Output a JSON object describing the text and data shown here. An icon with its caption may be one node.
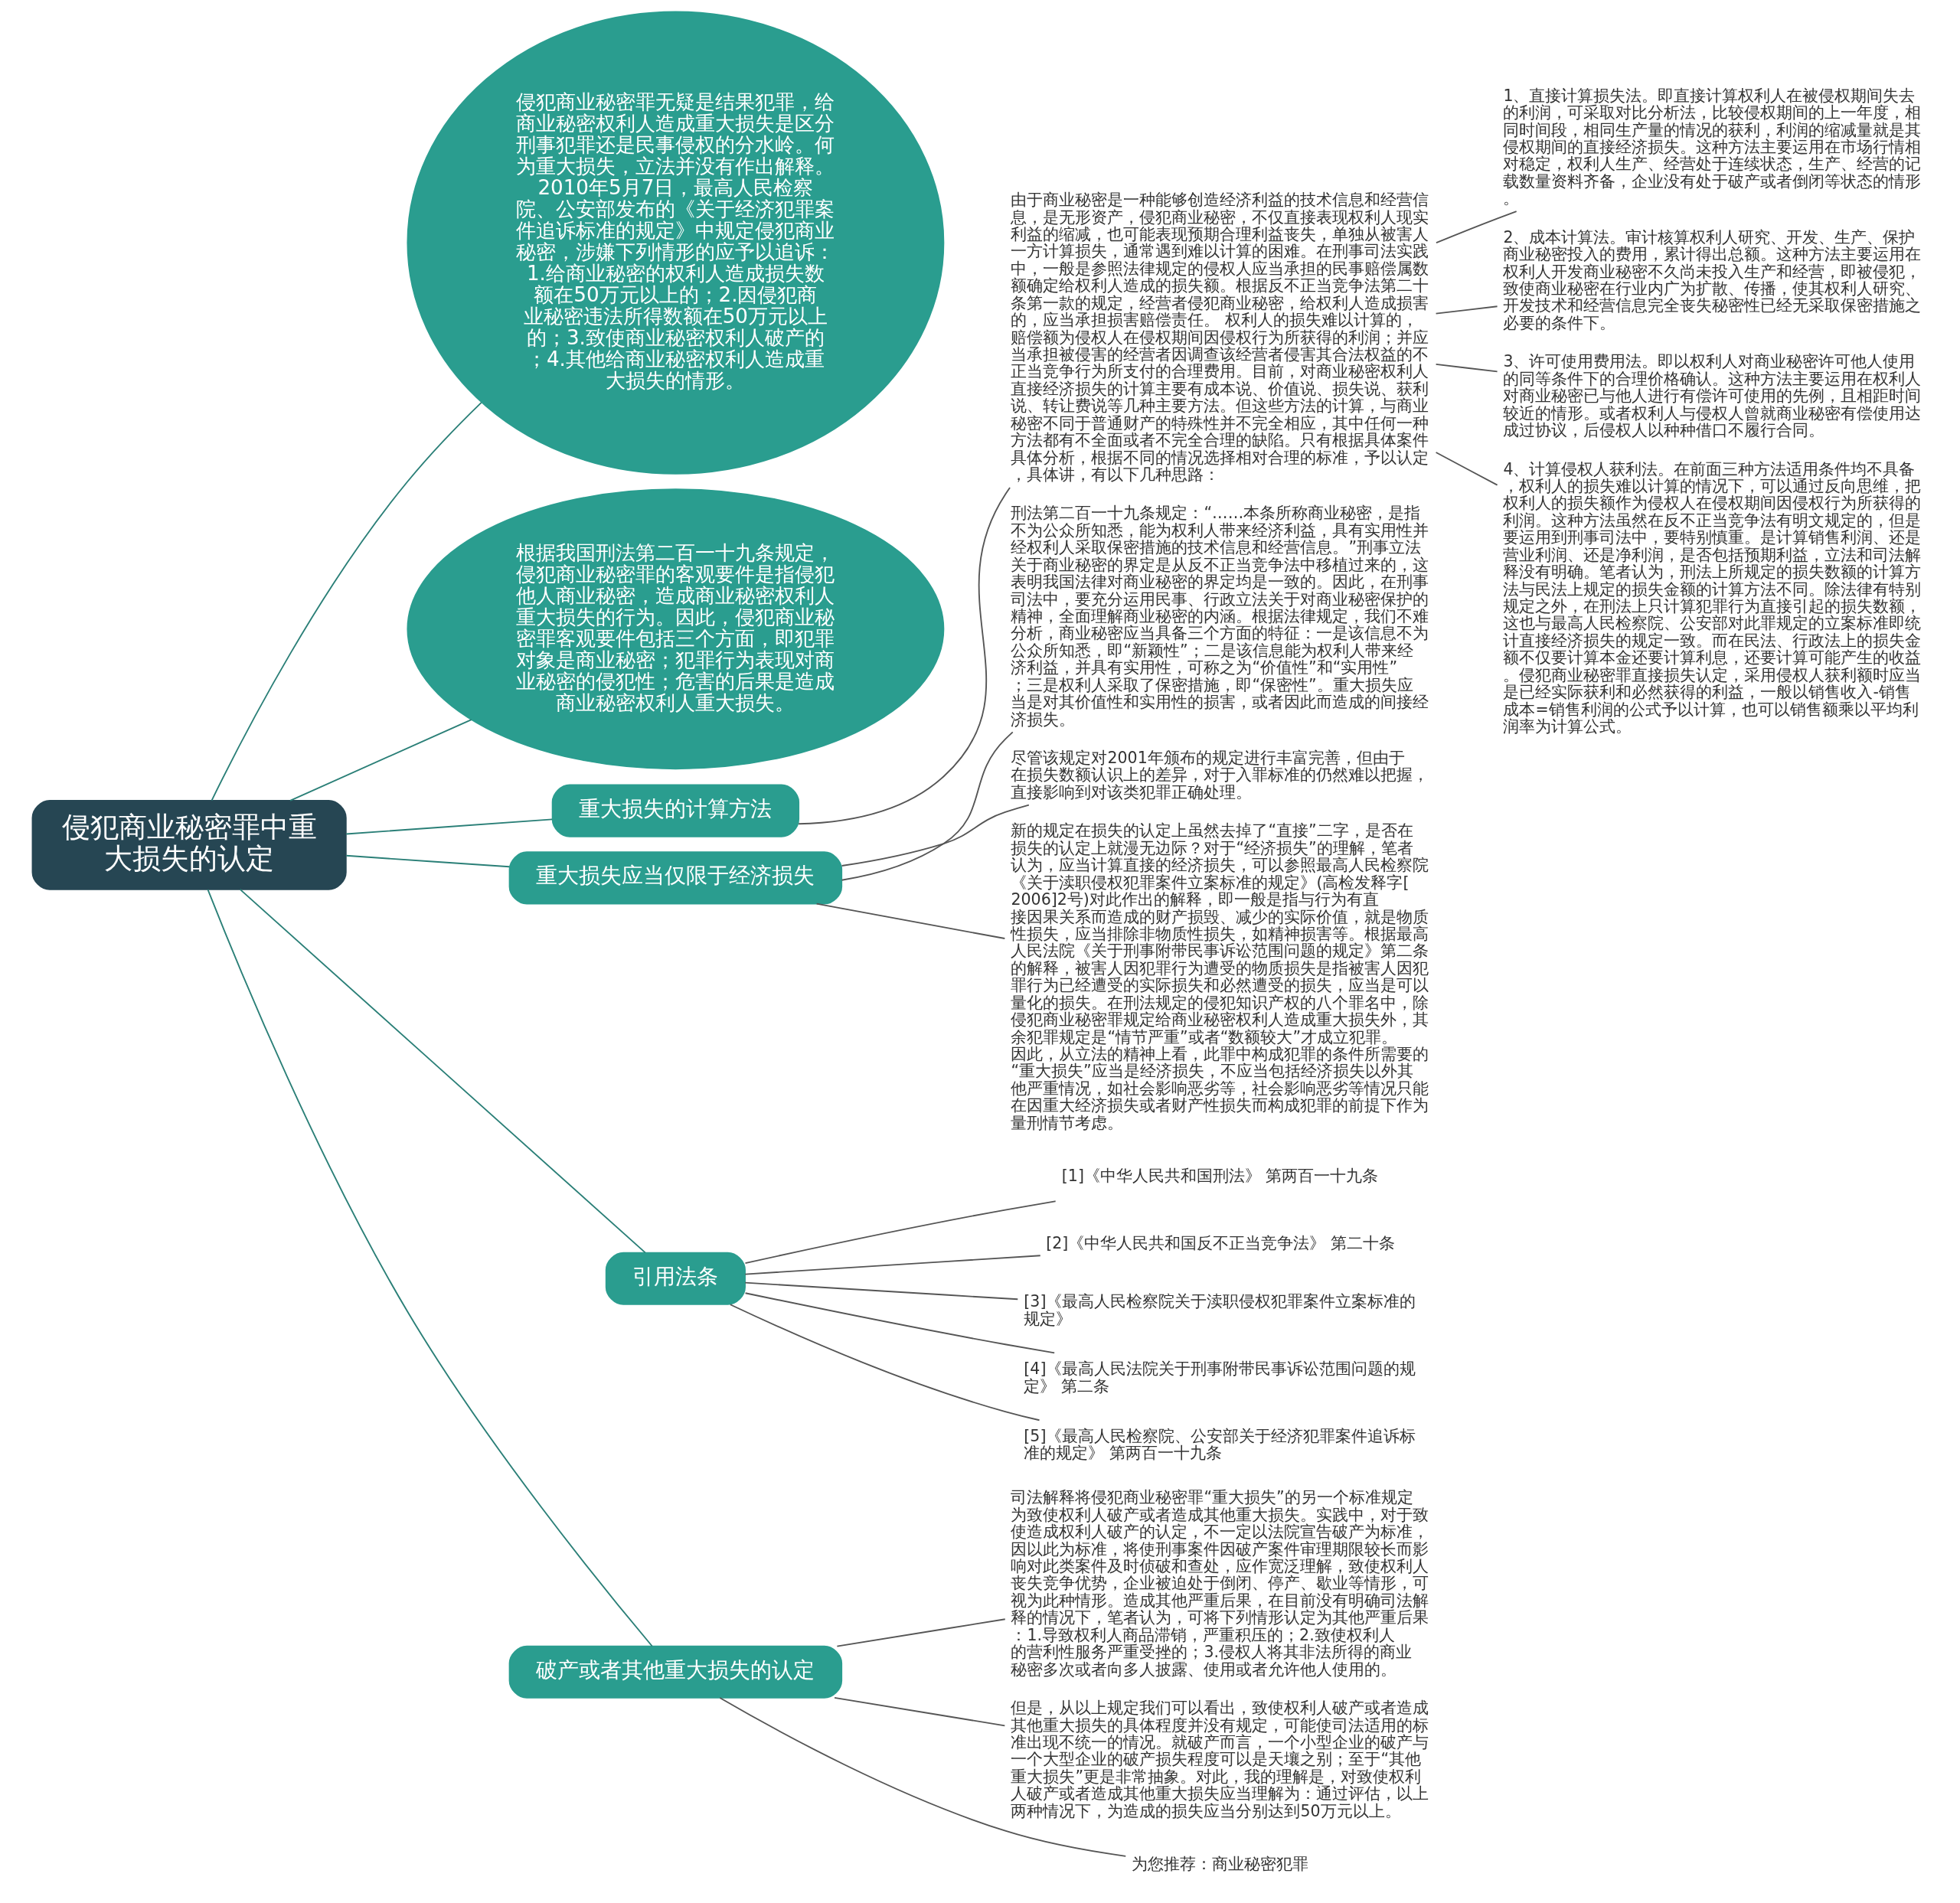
{
  "diagram": {
    "nodes": [
      {
        "text": [
          "侵犯商业秘密罪中重大损失的认定"
        ]
      },
      {
        "text": [
          "侵犯商业秘密罪无疑是结果犯罪，给商业秘密权利人造成重大损失是区分刑事犯罪还是民事侵权的分水岭。何为重大损失，立法并没有作出解释。2010年5月7日，最高人民检察院、公安部发布的《关于经济犯罪案件追诉标准的规定》中规定侵犯商业秘密，涉嫌下列情形的应予以追诉：1.给商业秘密的权利人造成损失数额在50万元以上的；2.因侵犯商业秘密违法所得数额在50万元以上的；3.致使商业秘密权利人破产的；4.其他给商业秘密权利人造成重大损失的情形。"
        ]
      },
      {
        "text": [
          "根据我国刑法第二百一十九条规定，侵犯商业秘密罪的客观要件是指侵犯他人商业秘密，造成商业秘密权利人重大损失的行为。因此，侵犯商业秘密罪客观要件包括三个方面，即犯罪对象是商业秘密；犯罪行为表现对商业秘密的侵犯性；危害的后果是造成商业秘密权利人重大损失。"
        ]
      },
      {
        "text": [
          "重大损失的计算方法"
        ]
      },
      {
        "text": [
          "由于商业秘密是一种能够创造经济利益的技术信息和经营信息，是无形资产，侵犯商业秘密，不仅直接表现权利人现实利益的缩减，也可能表现预期合理利益丧失，单独从被害人一方计算损失，通常遇到难以计算的困难。在刑事司法实践中，一般是参照法律规定的侵权人应当承担的民事赔偿属数额确定给权利人造成的损失额。根据反不正当竞争法第二十条第一款的规定，经营者侵犯商业秘密，给权利人造成损害的，应当承担损害赔偿责任。 权利人的损失难以计算的，赔偿额为侵权人在侵权期间因侵权行为所获得的利润；并应当承担被侵害的经营者因调查该经营者侵害其合法权益的不正当竞争行为所支付的合理费用。目前，对商业秘密权利人直接经济损失的计算主要有成本说、价值说、损失说、获利说、转让费说等几种主要方法。但这些方法的计算，与商业秘密不同于普通财产的特殊性并不完全相应，其中任何一种方法都有不全面或者不完全合理的缺陷。只有根据具体案件具体分析，根据不同的情况选择相对合理的标准，予以认定，具体讲，有以下几种思路："
        ]
      },
      {
        "text": [
          "1、直接计算损失法。即直接计算权利人在被侵权期间失去的利润，可采取对比分析法，比较侵权期间的上一年度，相同时间段，相同生产量的情况的获利，利润的缩减量就是其侵权期间的直接经济损失。这种方法主要运用在市场行情相对稳定，权利人生产、经营处于连续状态，生产、经营的记载数量资料齐备，企业没有处于破产或者倒闭等状态的情形。"
        ]
      },
      {
        "text": [
          "2、成本计算法。审计核算权利人研究、开发、生产、保护商业秘密投入的费用，累计得出总额。这种方法主要运用在权利人开发商业秘密不久尚未投入生产和经营，即被侵犯，致使商业秘密在行业内广为扩散、传播，使其权利人研究、开发技术和经营信息完全丧失秘密性已经无采取保密措施之必要的条件下。"
        ]
      },
      {
        "text": [
          "3、许可使用费用法。即以权利人对商业秘密许可他人使用的同等条件下的合理价格确认。这种方法主要运用在权利人对商业秘密已与他人进行有偿许可使用的先例，且相距时间较近的情形。或者权利人与侵权人曾就商业秘密有偿使用达成过协议，后侵权人以种种借口不履行合同。"
        ]
      },
      {
        "text": [
          "4、计算侵权人获利法。在前面三种方法适用条件均不具备，权利人的损失难以计算的情况下，可以通过反向思维，把权利人的损失额作为侵权人在侵权期间因侵权行为所获得的利润。这种方法虽然在反不正当竞争法有明文规定的，但是要运用到刑事司法中，要特别慎重。是计算销售利润、还是营业利润、还是净利润，是否包括预期利益，立法和司法解释没有明确。笔者认为，刑法上所规定的损失数额的计算方法与民法上规定的损失金额的计算方法不同。除法律有特别规定之外，在刑法上只计算犯罪行为直接引起的损失数额，这也与最高人民检察院、公安部对此罪规定的立案标准即统计直接经济损失的规定一致。而在民法、行政法上的损失金额不仅要计算本金还要计算利息，还要计算可能产生的收益。侵犯商业秘密罪直接损失认定，采用侵权人获利额时应当是已经实际获利和必然获得的利益，一般以销售收入-销售成本=销售利润的公式予以计算，也可以销售额乘以平均利润率为计算公式。"
        ]
      },
      {
        "text": [
          "重大损失应当仅限于经济损失"
        ]
      },
      {
        "text": [
          "刑法第二百一十九条规定：“……本条所称商业秘密，是指不为公众所知悉，能为权利人带来经济利益，具有实用性并经权利人采取保密措施的技术信息和经营信息。”刑事立法关于商业秘密的界定是从反不正当竞争法中移植过来的，这表明我国法律对商业秘密的界定均是一致的。因此，在刑事司法中，要充分运用民事、行政立法关于对商业秘密保护的精神，全面理解商业秘密的内涵。根据法律规定，我们不难分析，商业秘密应当具备三个方面的特征：一是该信息不为公众所知悉，即“新颖性”；二是该信息能为权利人带来经济利益，并具有实用性，可称之为“价值性”和“实用性”；三是权利人采取了保密措施，即“保密性”。重大损失应当是对其价值性和实用性的损害，或者因此而造成的间接经济损失。"
        ]
      },
      {
        "text": [
          "尽管该规定对2001年颁布的规定进行丰富完善，但由于在损失数额认识上的差异，对于入罪标准的仍然难以把握，直接影响到对该类犯罪正确处理。"
        ]
      },
      {
        "text": [
          "新的规定在损失的认定上虽然去掉了“直接”二字，是否在损失的认定上就漫无边际？对于“经济损失”的理解，笔者认为，应当计算直接的经济损失，可以参照最高人民检察院《关于渎职侵权犯罪案件立案标准的规定》(高检发释字[2006]2号)对此作出的解释，即一般是指与行为有直接因果关系而造成的财产损毁、减少的实际价值，就是物质性损失，应当排除非物质性损失，如精神损害等。根据最高人民法院《关于刑事附带民事诉讼范围问题的规定》第二条的解释，被害人因犯罪行为遭受的物质损失是指被害人因犯罪行为已经遭受的实际损失和必然遭受的损失，应当是可以量化的损失。在刑法规定的侵犯知识产权的八个罪名中，除侵犯商业秘密罪规定给商业秘密权利人造成重大损失外，其余犯罪规定是“情节严重”或者“数额较大”才成立犯罪。因此，从立法的精神上看，此罪中构成犯罪的条件所需要的“重大损失”应当是经济损失，不应当包括经济损失以外其他严重情况，如社会影响恶劣等，社会影响恶劣等情况只能在因重大经济损失或者财产性损失而构成犯罪的前提下作为量刑情节考虑。"
        ]
      },
      {
        "text": [
          "引用法条"
        ]
      },
      {
        "text": [
          "[1]《中华人民共和国刑法》 第两百一十九条"
        ]
      },
      {
        "text": [
          "[2]《中华人民共和国反不正当竞争法》 第二十条"
        ]
      },
      {
        "text": [
          "[3]《最高人民检察院关于渎职侵权犯罪案件立案标准的规定》"
        ]
      },
      {
        "text": [
          "[4]《最高人民法院关于刑事附带民事诉讼范围问题的规定》 第二条"
        ]
      },
      {
        "text": [
          "[5]《最高人民检察院、公安部关于经济犯罪案件追诉标准的规定》 第两百一十九条"
        ]
      },
      {
        "text": [
          "破产或者其他重大损失的认定"
        ]
      },
      {
        "text": [
          "司法解释将侵犯商业秘密罪“重大损失”的另一个标准规定为致使权利人破产或者造成其他重大损失。实践中，对于致使造成权利人破产的认定，不一定以法院宣告破产为标准，因以此为标准，将使刑事案件因破产案件审理期限较长而影响对此类案件及时侦破和查处，应作宽泛理解，致使权利人丧失竞争优势，企业被迫处于倒闭、停产、歇业等情形，可视为此种情形。造成其他严重后果，在目前没有明确司法解释的情况下，笔者认为，可将下列情形认定为其他严重后果：1.导致权利人商品滞销，严重积压的；2.致使权利人的营利性服务严重受挫的；3.侵权人将其非法所得的商业秘密多次或者向多人披露、使用或者允许他人使用的。"
        ]
      },
      {
        "text": [
          "但是，从以上规定我们可以看出，致使权利人破产或者造成其他重大损失的具体程度并没有规定，可能使司法适用的标准出现不统一的情况。就破产而言，一个小型企业的破产与一个大型企业的破产损失程度可以是天壤之别；至于“其他重大损失”更是非常抽象。对此，我的理解是，对致使权利人破产或者造成其他重大损失应当理解为：通过评估，以上两种情况下，为造成的损失应当分别达到50万元以上。"
        ]
      },
      {
        "text": [
          "为您推荐：商业秘密犯罪"
        ]
      }
    ],
    "edges": [
      {
        "from": 0,
        "to": 1,
        "arrow": "none"
      },
      {
        "from": 0,
        "to": 2,
        "arrow": "none"
      },
      {
        "from": 0,
        "to": 3,
        "arrow": "none"
      },
      {
        "from": 3,
        "to": 4,
        "arrow": "none"
      },
      {
        "from": 4,
        "to": 5,
        "arrow": "none"
      },
      {
        "from": 4,
        "to": 6,
        "arrow": "none"
      },
      {
        "from": 4,
        "to": 7,
        "arrow": "none"
      },
      {
        "from": 4,
        "to": 8,
        "arrow": "none"
      },
      {
        "from": 0,
        "to": 9,
        "arrow": "none"
      },
      {
        "from": 9,
        "to": 10,
        "arrow": "none"
      },
      {
        "from": 9,
        "to": 11,
        "arrow": "none"
      },
      {
        "from": 9,
        "to": 12,
        "arrow": "none"
      },
      {
        "from": 0,
        "to": 13,
        "arrow": "none"
      },
      {
        "from": 13,
        "to": 14,
        "arrow": "none"
      },
      {
        "from": 13,
        "to": 15,
        "arrow": "none"
      },
      {
        "from": 13,
        "to": 16,
        "arrow": "none"
      },
      {
        "from": 13,
        "to": 17,
        "arrow": "none"
      },
      {
        "from": 13,
        "to": 18,
        "arrow": "none"
      },
      {
        "from": 0,
        "to": 19,
        "arrow": "none"
      },
      {
        "from": 19,
        "to": 20,
        "arrow": "none"
      },
      {
        "from": 19,
        "to": 21,
        "arrow": "none"
      },
      {
        "from": 19,
        "to": 22,
        "arrow": "none"
      }
    ]
  }
}
